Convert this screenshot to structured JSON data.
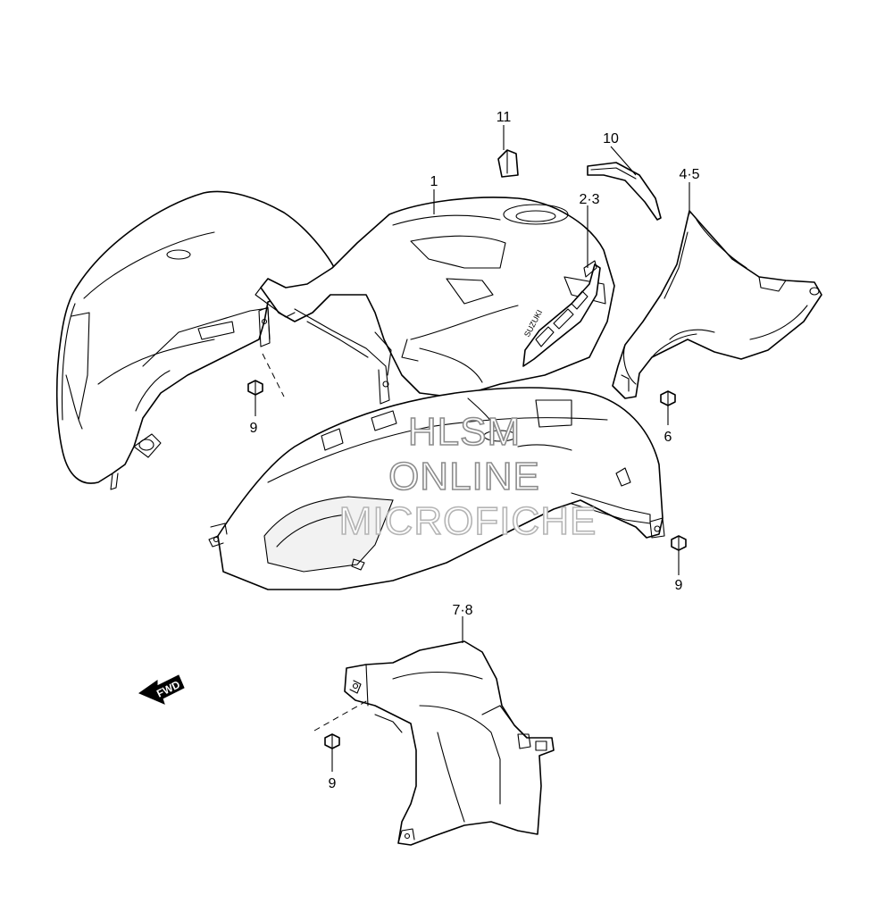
{
  "callouts": {
    "c1": "1",
    "c23": "2·3",
    "c45": "4·5",
    "c6": "6",
    "c78": "7·8",
    "c9a": "9",
    "c9b": "9",
    "c9c": "9",
    "c10": "10",
    "c11": "11"
  },
  "fwd_label": "FWD",
  "emblem_text": "SUZUKI",
  "watermark": {
    "line1": "HLSM",
    "line2": "ONLINE",
    "line3": "MICROFICHE"
  },
  "colors": {
    "line": "#000000",
    "background": "#ffffff",
    "watermark": "#8c8c8c"
  }
}
